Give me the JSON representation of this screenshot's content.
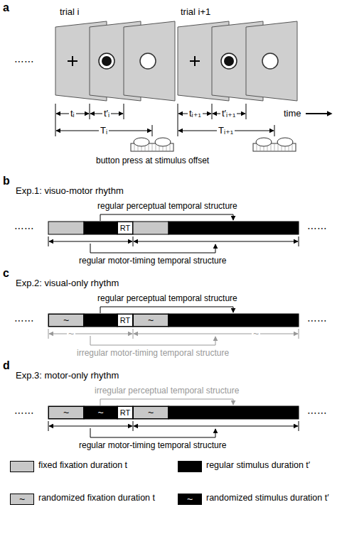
{
  "diagram": {
    "nodes": [
      {
        "text": [
          "RT"
        ]
      },
      {
        "text": [
          "~"
        ]
      },
      {
        "text": [
          "RT"
        ]
      },
      {
        "text": [
          "~"
        ]
      },
      {
        "text": [
          "~"
        ]
      },
      {
        "text": [
          "~"
        ]
      },
      {
        "text": [
          "RT"
        ]
      },
      {
        "text": [
          "~"
        ]
      }
    ],
    "labels": [
      "a",
      "trial i",
      "trial i+1",
      "⋯⋯",
      "tᵢ",
      "t′ᵢ",
      "Tᵢ",
      "tᵢ₊₁",
      "t′ᵢ₊₁",
      "Tᵢ₊₁",
      "time",
      "button press at stimulus offset",
      "b",
      "Exp.1: visuo-motor rhythm",
      "⋯⋯",
      "regular perceptual temporal structure",
      "⋯⋯",
      "regular motor-timing temporal structure",
      "c",
      "Exp.2: visual-only rhythm",
      "⋯⋯",
      "regular perceptual temporal structure",
      "⋯⋯",
      "~",
      "~",
      "irregular motor-timing temporal structure",
      "d",
      "Exp.3: motor-only rhythm",
      "⋯⋯",
      "irregular perceptual temporal structure",
      "⋯⋯",
      "regular motor-timing temporal structure",
      "~",
      "~"
    ],
    "legend": [
      {
        "text": "fixed fixation duration t",
        "color": "#c8c8c8"
      },
      {
        "text": "regular stimulus duration t′",
        "color": "#000000"
      },
      {
        "text": "randomized fixation duration t"
      },
      {
        "text": "randomized stimulus duration t′"
      }
    ]
  }
}
